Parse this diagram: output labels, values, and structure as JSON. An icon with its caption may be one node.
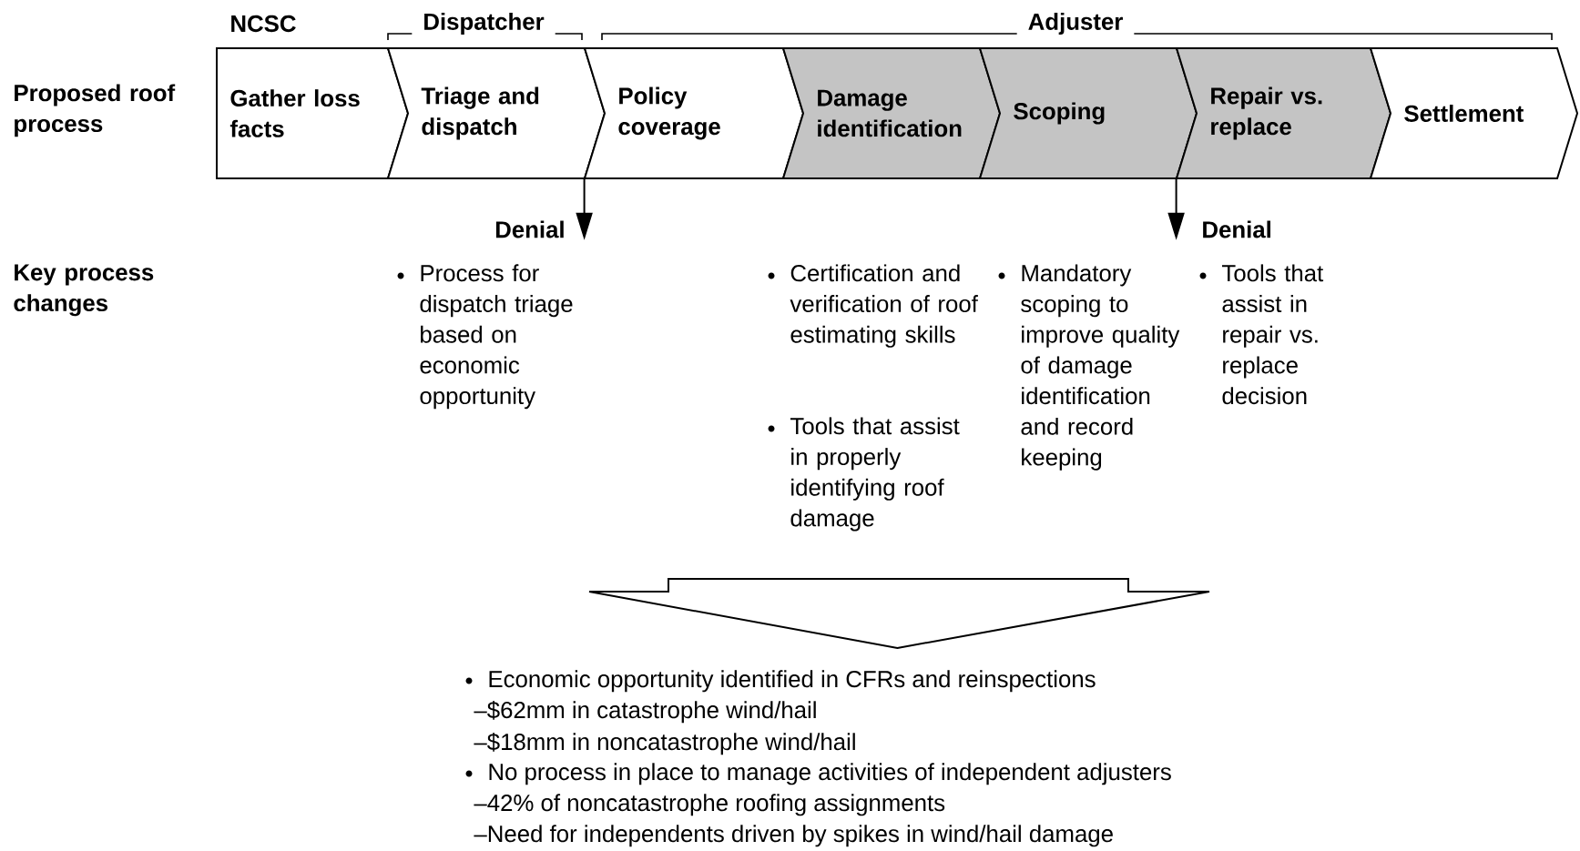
{
  "diagram": {
    "nodes": [
      {
        "text": [
          "Gather loss facts"
        ]
      },
      {
        "text": [
          "Triage and dispatch"
        ]
      },
      {
        "text": [
          "Policy coverage"
        ]
      },
      {
        "text": [
          "Damage identification"
        ]
      },
      {
        "text": [
          "Scoping"
        ]
      },
      {
        "text": [
          "Repair vs. replace"
        ]
      },
      {
        "text": [
          "Settlement"
        ]
      },
      {
        "text": [
          "Denial"
        ]
      },
      {
        "text": [
          "Denial"
        ]
      },
      {
        "text": [
          "Economic opportunity identified in CFRs and reinspections",
          "–$62mm in catastrophe wind/hail",
          "–$18mm in noncatastrophe wind/hail",
          "No process in place to manage activities of independent adjusters",
          "–42% of noncatastrophe roofing assignments",
          "–Need for independents driven by spikes in wind/hail damage"
        ]
      }
    ],
    "edges": [
      {
        "from": 2,
        "to": 7,
        "arrow": "to"
      },
      {
        "from": 5,
        "to": 8,
        "arrow": "to"
      },
      {
        "from": null,
        "to": 9,
        "arrow": "to"
      }
    ],
    "labels": [
      "NCSC",
      "Dispatcher",
      "Adjuster",
      "Proposed roof process",
      "Key process changes",
      "Process for dispatch triage based on economic opportunity",
      "Certification and verification of roof estimating skills",
      "Tools that assist in properly identifying roof damage",
      "Mandatory scoping to improve quality of damage identification and record keeping",
      "Tools that assist in repair vs. replace decision"
    ]
  }
}
